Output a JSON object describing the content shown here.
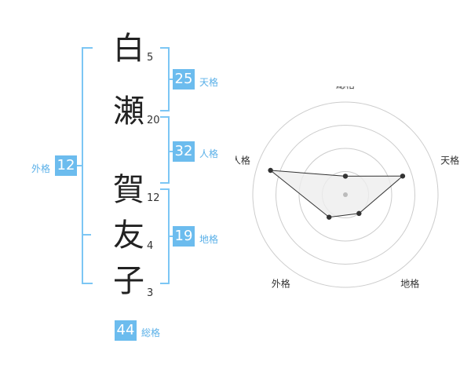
{
  "name": {
    "characters": [
      {
        "char": "白",
        "strokes": "5"
      },
      {
        "char": "瀬",
        "strokes": "20"
      },
      {
        "char": "賀",
        "strokes": "12"
      },
      {
        "char": "友",
        "strokes": "4"
      },
      {
        "char": "子",
        "strokes": "3"
      }
    ]
  },
  "fortune": {
    "tenkaku": {
      "value": "25",
      "label": "天格"
    },
    "jinkaku": {
      "value": "32",
      "label": "人格"
    },
    "chikaku": {
      "value": "19",
      "label": "地格"
    },
    "gaikaku": {
      "value": "12",
      "label": "外格"
    },
    "soukaku": {
      "value": "44",
      "label": "総格"
    }
  },
  "radar": {
    "axes": [
      "総格",
      "天格",
      "地格",
      "外格",
      "人格"
    ],
    "values": [
      0.2,
      0.65,
      0.25,
      0.3,
      0.85
    ],
    "colors": {
      "ring": "#cccccc",
      "fill": "#eeeeee",
      "line": "#333333",
      "point": "#333333",
      "center": "#bbbbbb"
    }
  }
}
